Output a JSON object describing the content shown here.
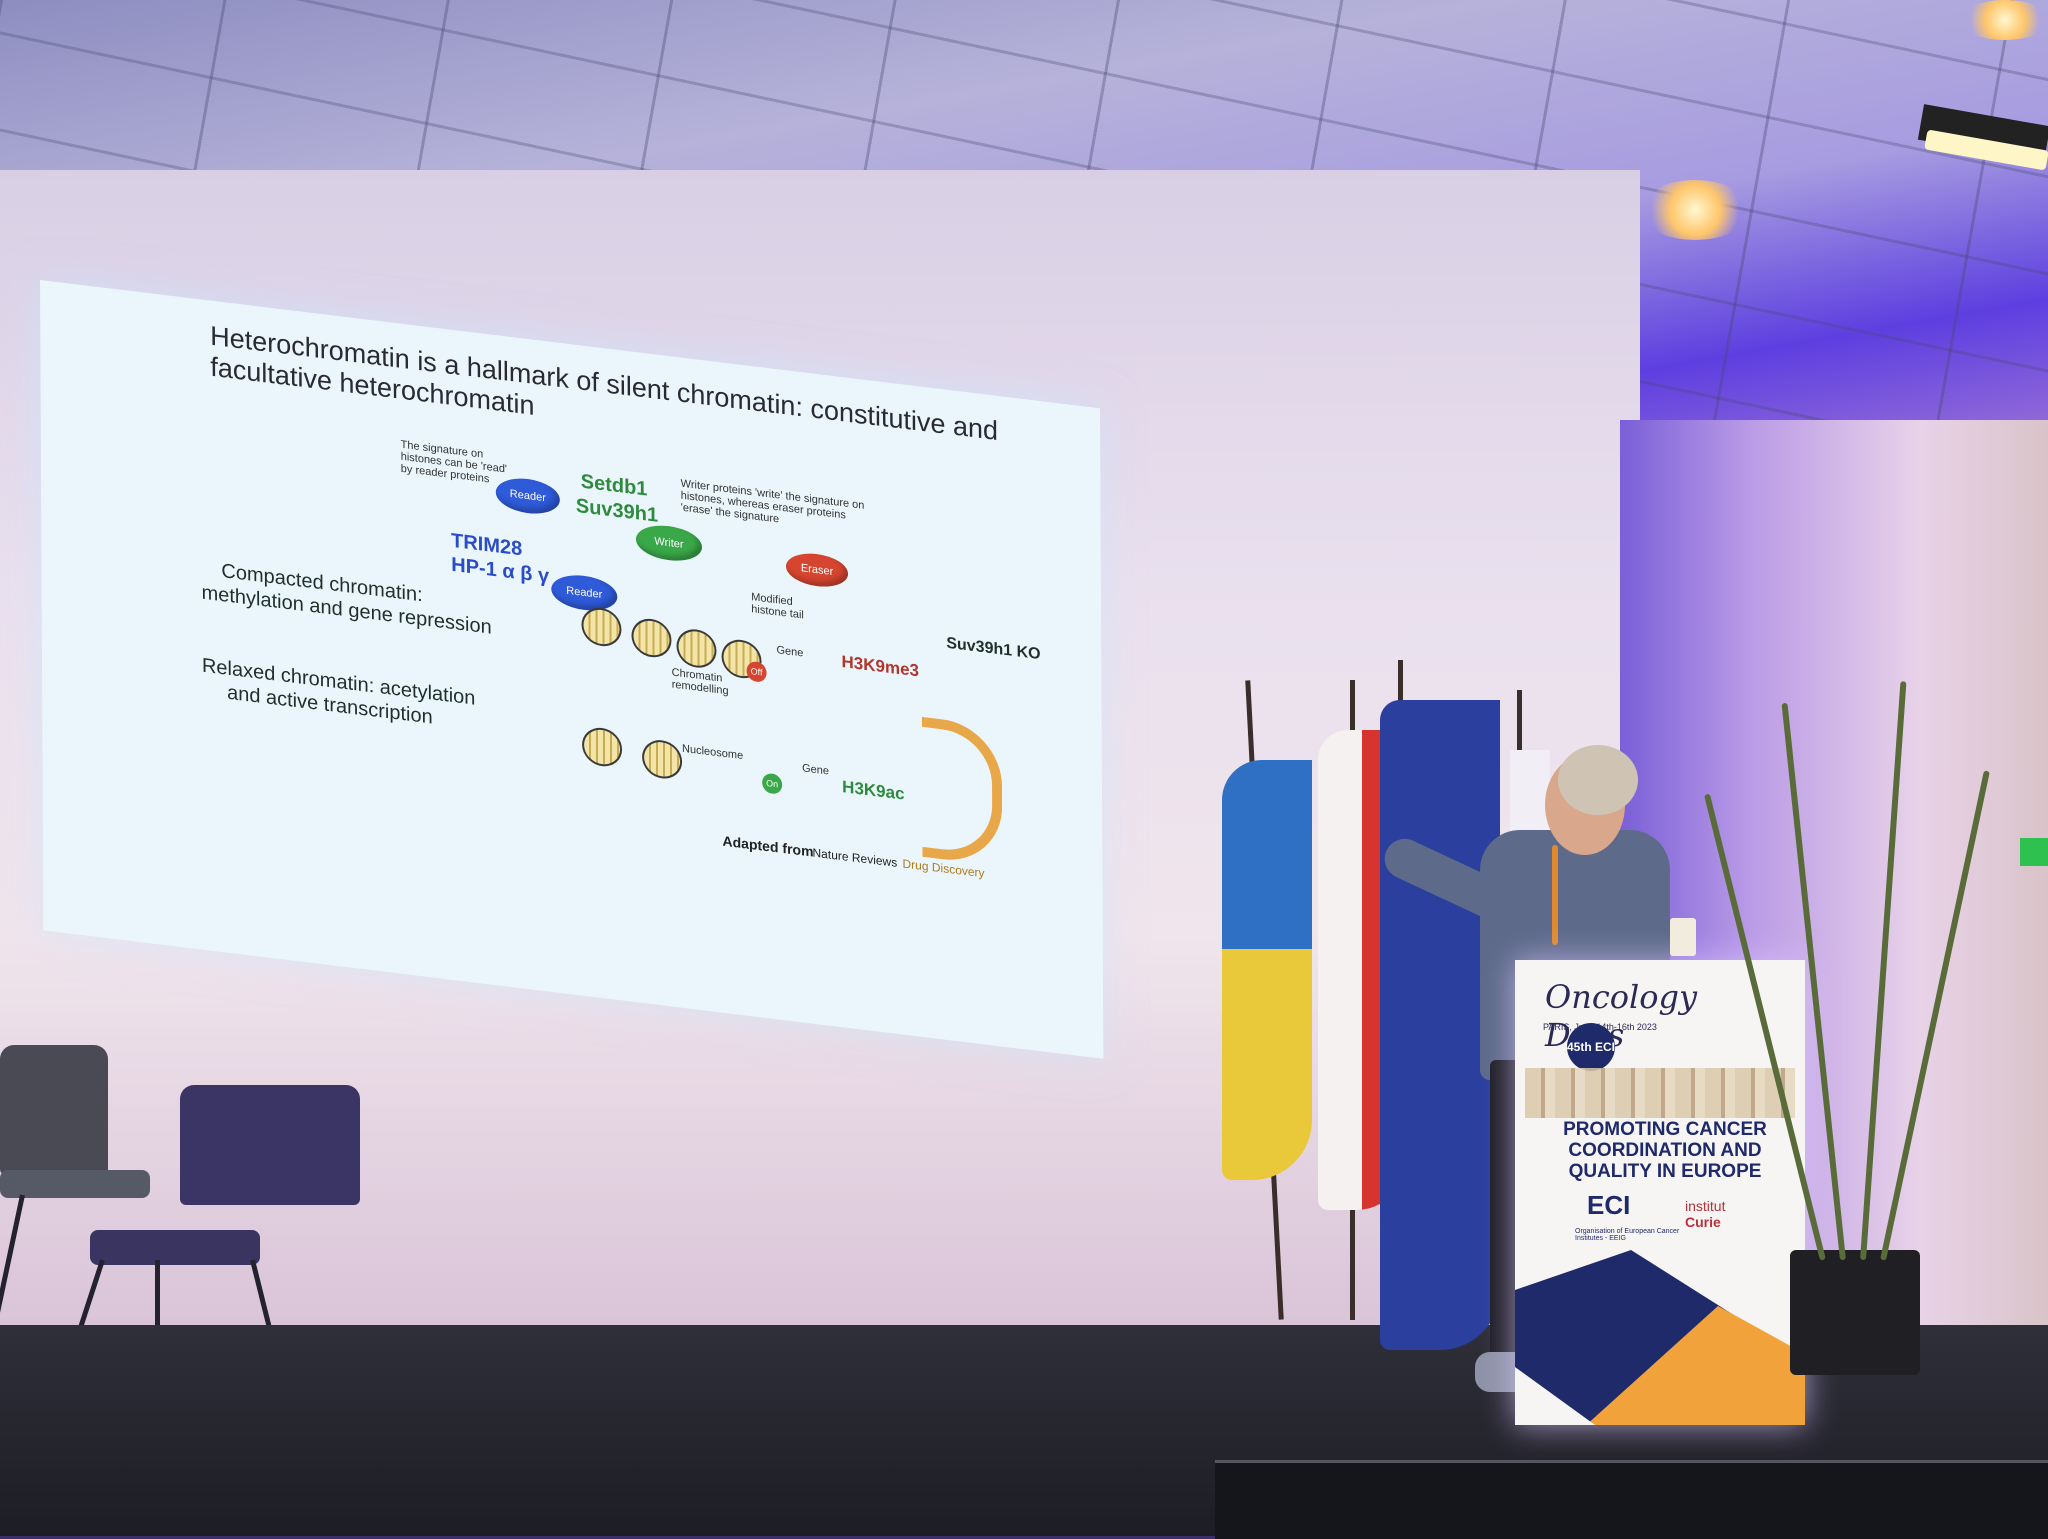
{
  "slide": {
    "title": "Heterochromatin is a hallmark of silent chromatin: constitutive and facultative heterochromatin",
    "reader_note": "The signature on histones can be 'read' by reader proteins",
    "writer_note": "Writer proteins 'write' the signature on histones, whereas eraser proteins 'erase' the signature",
    "reader_label": "Reader",
    "writer_label": "Writer",
    "eraser_label": "Eraser",
    "setdb1": "Setdb1",
    "suv39h1": "Suv39h1",
    "trim28": "TRIM28",
    "hp1": "HP-1 α β γ",
    "compacted_line1": "Compacted chromatin:",
    "compacted_line2": "methylation and gene repression",
    "relaxed_line1": "Relaxed chromatin: acetylation",
    "relaxed_line2": "and active transcription",
    "modified_tail": "Modified histone tail",
    "gene_off_label": "Gene",
    "off_label": "Off",
    "h3k9me3": "H3K9me3",
    "chromatin_remodelling": "Chromatin remodelling",
    "nucleosome": "Nucleosome",
    "gene_on_label": "Gene",
    "on_label": "On",
    "h3k9ac": "H3K9ac",
    "ko_label": "Suv39h1 KO",
    "adapted_from": "Adapted from",
    "source_journal": "Nature Reviews",
    "source_section": "Drug Discovery"
  },
  "podium": {
    "title": "Oncology Days",
    "subtitle": "PARIS, June 14th-16th 2023",
    "badge": "45th ECI",
    "headline_line1": "PROMOTING CANCER",
    "headline_line2": "COORDINATION AND",
    "headline_line3": "QUALITY IN EUROPE",
    "org_logo": "ECI",
    "org_name": "Organisation of European Cancer Institutes - EEIG",
    "partner_line1": "institut",
    "partner_line2": "Curie"
  },
  "colors": {
    "slide_bg": "#eaf6fb",
    "green_text": "#2e8b3d",
    "blue_text": "#2a4cc9",
    "red_text": "#b2342a",
    "podium_navy": "#1f2a6b",
    "podium_orange": "#f2a23a",
    "stage_light": "#5d3fe0"
  }
}
